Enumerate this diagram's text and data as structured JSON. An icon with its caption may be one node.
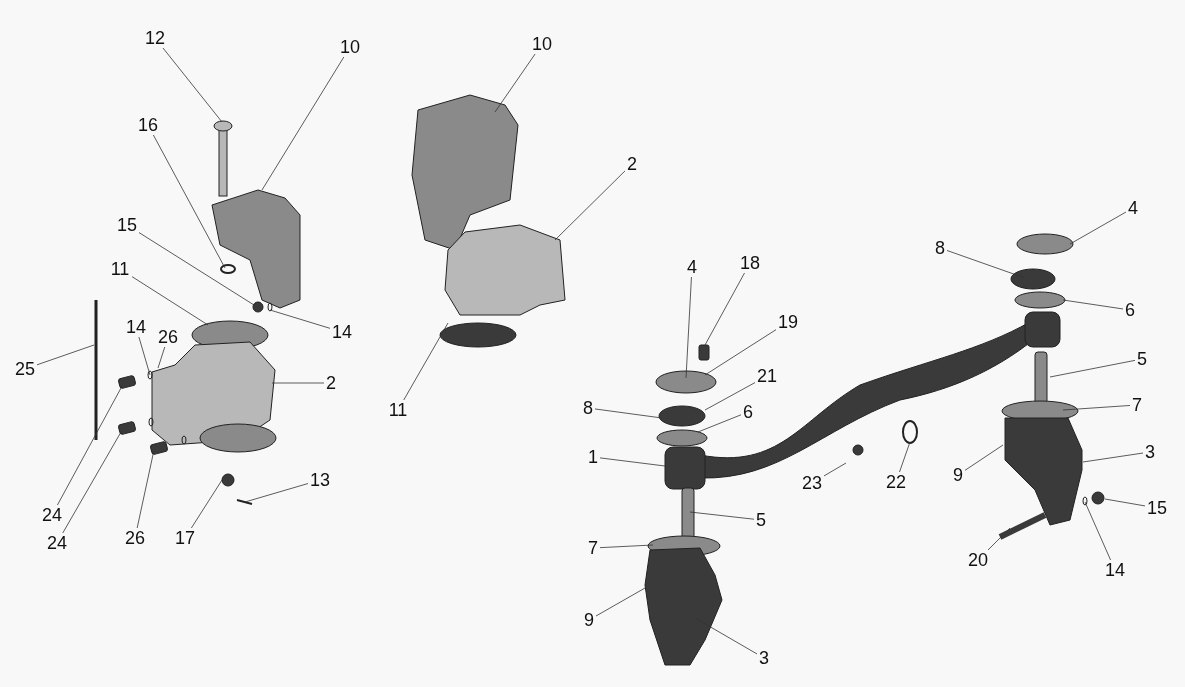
{
  "diagram": {
    "nodes": [
      {
        "text": [
          "12"
        ]
      },
      {
        "text": [
          "10"
        ]
      },
      {
        "text": [
          "16"
        ]
      },
      {
        "text": [
          "15"
        ]
      },
      {
        "text": [
          "14"
        ]
      },
      {
        "text": [
          "11"
        ]
      },
      {
        "text": [
          "26"
        ]
      },
      {
        "text": [
          "14"
        ]
      },
      {
        "text": [
          "2"
        ]
      },
      {
        "text": [
          "25"
        ]
      },
      {
        "text": [
          "24"
        ]
      },
      {
        "text": [
          "24"
        ]
      },
      {
        "text": [
          "26"
        ]
      },
      {
        "text": [
          "17"
        ]
      },
      {
        "text": [
          "13"
        ]
      },
      {
        "text": [
          "10"
        ]
      },
      {
        "text": [
          "2"
        ]
      },
      {
        "text": [
          "11"
        ]
      },
      {
        "text": [
          "4"
        ]
      },
      {
        "text": [
          "18"
        ]
      },
      {
        "text": [
          "19"
        ]
      },
      {
        "text": [
          "21"
        ]
      },
      {
        "text": [
          "8"
        ]
      },
      {
        "text": [
          "6"
        ]
      },
      {
        "text": [
          "1"
        ]
      },
      {
        "text": [
          "23"
        ]
      },
      {
        "text": [
          "22"
        ]
      },
      {
        "text": [
          "5"
        ]
      },
      {
        "text": [
          "7"
        ]
      },
      {
        "text": [
          "9"
        ]
      },
      {
        "text": [
          "3"
        ]
      },
      {
        "text": [
          "4"
        ]
      },
      {
        "text": [
          "8"
        ]
      },
      {
        "text": [
          "6"
        ]
      },
      {
        "text": [
          "5"
        ]
      },
      {
        "text": [
          "7"
        ]
      },
      {
        "text": [
          "9"
        ]
      },
      {
        "text": [
          "3"
        ]
      },
      {
        "text": [
          "15"
        ]
      },
      {
        "text": [
          "20"
        ]
      },
      {
        "text": [
          "14"
        ]
      }
    ],
    "edges": [
      {
        "from": 0,
        "to": null,
        "arrow": "none"
      },
      {
        "from": 1,
        "to": null,
        "arrow": "none"
      },
      {
        "from": 2,
        "to": null,
        "arrow": "none"
      },
      {
        "from": 3,
        "to": null,
        "arrow": "none"
      },
      {
        "from": 4,
        "to": null,
        "arrow": "none"
      },
      {
        "from": 5,
        "to": null,
        "arrow": "none"
      },
      {
        "from": 6,
        "to": null,
        "arrow": "none"
      },
      {
        "from": 7,
        "to": null,
        "arrow": "none"
      },
      {
        "from": 8,
        "to": null,
        "arrow": "none"
      },
      {
        "from": 9,
        "to": null,
        "arrow": "none"
      },
      {
        "from": 10,
        "to": null,
        "arrow": "none"
      },
      {
        "from": 11,
        "to": null,
        "arrow": "none"
      },
      {
        "from": 12,
        "to": null,
        "arrow": "none"
      },
      {
        "from": 13,
        "to": null,
        "arrow": "none"
      },
      {
        "from": 14,
        "to": null,
        "arrow": "none"
      },
      {
        "from": 15,
        "to": null,
        "arrow": "none"
      },
      {
        "from": 16,
        "to": null,
        "arrow": "none"
      },
      {
        "from": 17,
        "to": null,
        "arrow": "none"
      },
      {
        "from": 18,
        "to": null,
        "arrow": "none"
      },
      {
        "from": 19,
        "to": null,
        "arrow": "none"
      },
      {
        "from": 20,
        "to": null,
        "arrow": "none"
      },
      {
        "from": 21,
        "to": null,
        "arrow": "none"
      },
      {
        "from": 22,
        "to": null,
        "arrow": "none"
      },
      {
        "from": 23,
        "to": null,
        "arrow": "none"
      },
      {
        "from": 24,
        "to": null,
        "arrow": "none"
      },
      {
        "from": 25,
        "to": null,
        "arrow": "none"
      },
      {
        "from": 26,
        "to": null,
        "arrow": "none"
      },
      {
        "from": 27,
        "to": null,
        "arrow": "none"
      },
      {
        "from": 28,
        "to": null,
        "arrow": "none"
      },
      {
        "from": 29,
        "to": null,
        "arrow": "none"
      },
      {
        "from": 30,
        "to": null,
        "arrow": "none"
      },
      {
        "from": 31,
        "to": null,
        "arrow": "none"
      },
      {
        "from": 32,
        "to": null,
        "arrow": "none"
      },
      {
        "from": 33,
        "to": null,
        "arrow": "none"
      },
      {
        "from": 34,
        "to": null,
        "arrow": "none"
      },
      {
        "from": 35,
        "to": null,
        "arrow": "none"
      },
      {
        "from": 36,
        "to": null,
        "arrow": "none"
      },
      {
        "from": 37,
        "to": null,
        "arrow": "none"
      },
      {
        "from": 38,
        "to": null,
        "arrow": "none"
      },
      {
        "from": 39,
        "to": null,
        "arrow": "none"
      },
      {
        "from": 40,
        "to": null,
        "arrow": "none"
      }
    ]
  }
}
